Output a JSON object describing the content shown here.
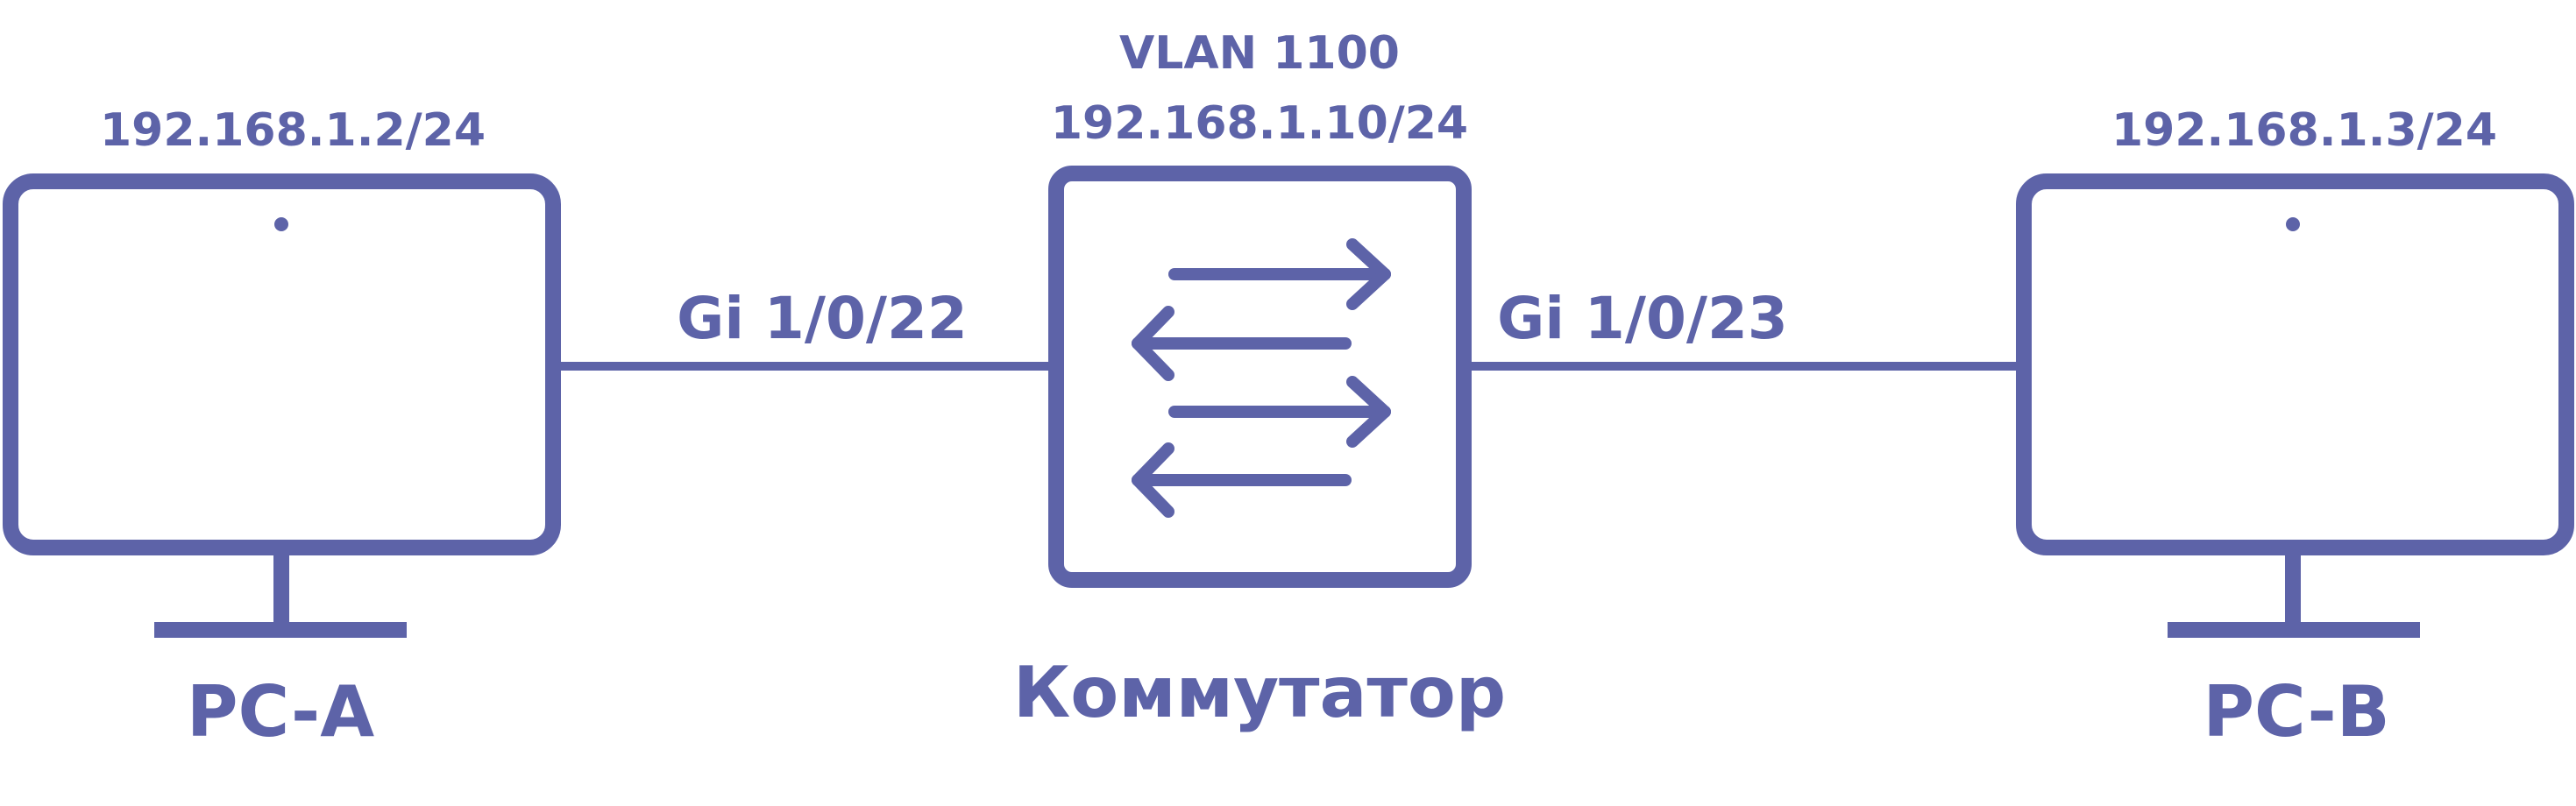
{
  "colors": {
    "stroke": "#5d63a8",
    "text": "#5d63a8",
    "background": "#ffffff"
  },
  "pc_a": {
    "ip": "192.168.1.2/24",
    "name": "PC-A"
  },
  "pc_b": {
    "ip": "192.168.1.3/24",
    "name": "PC-B"
  },
  "switch": {
    "vlan": "VLAN 1100",
    "ip": "192.168.1.10/24",
    "name": "Коммутатор",
    "icon": "switch-arrows-icon"
  },
  "links": {
    "left_port": "Gi 1/0/22",
    "right_port": "Gi 1/0/23"
  }
}
